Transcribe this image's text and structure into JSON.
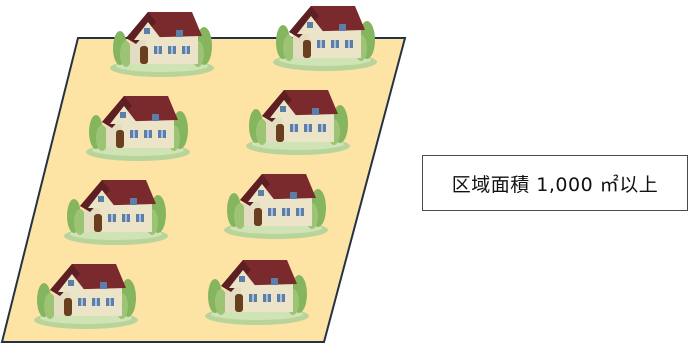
{
  "label": {
    "text": "区域面積 1,000 ㎡以上"
  },
  "houses": [
    {
      "id": "house-1"
    },
    {
      "id": "house-2"
    },
    {
      "id": "house-3"
    },
    {
      "id": "house-4"
    },
    {
      "id": "house-5"
    },
    {
      "id": "house-6"
    },
    {
      "id": "house-7"
    },
    {
      "id": "house-8"
    }
  ],
  "colors": {
    "lot_fill": "#fde4a4",
    "lot_border": "#243246",
    "roof": "#7a2a2c",
    "wall": "#e4dcc0",
    "tree": "#86b560",
    "lawn": "#b8d49a",
    "door": "#6a3f1f",
    "window": "#5b7fa8"
  }
}
